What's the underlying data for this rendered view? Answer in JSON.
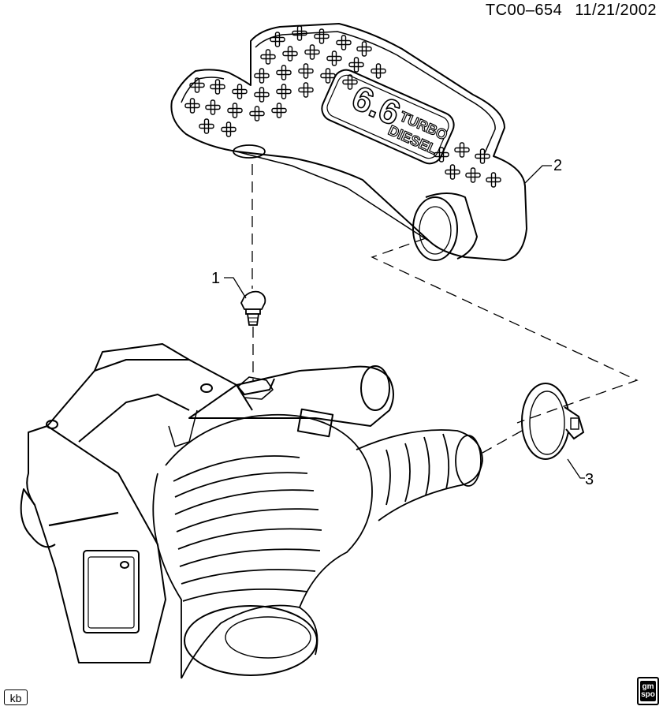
{
  "header": {
    "figure_code": "TC00–654",
    "date": "11/21/2002"
  },
  "callouts": [
    {
      "label": "1",
      "part": "fastener"
    },
    {
      "label": "2",
      "part": "engine-cover-resonator"
    },
    {
      "label": "3",
      "part": "hose-clamp"
    }
  ],
  "engine_cover": {
    "badge_number": "6.6",
    "badge_text_1": "TURBO",
    "badge_text_2": "DIESEL"
  },
  "footer": {
    "corner_tag": "kb",
    "logo_line1": "gm",
    "logo_line2": "spo"
  }
}
